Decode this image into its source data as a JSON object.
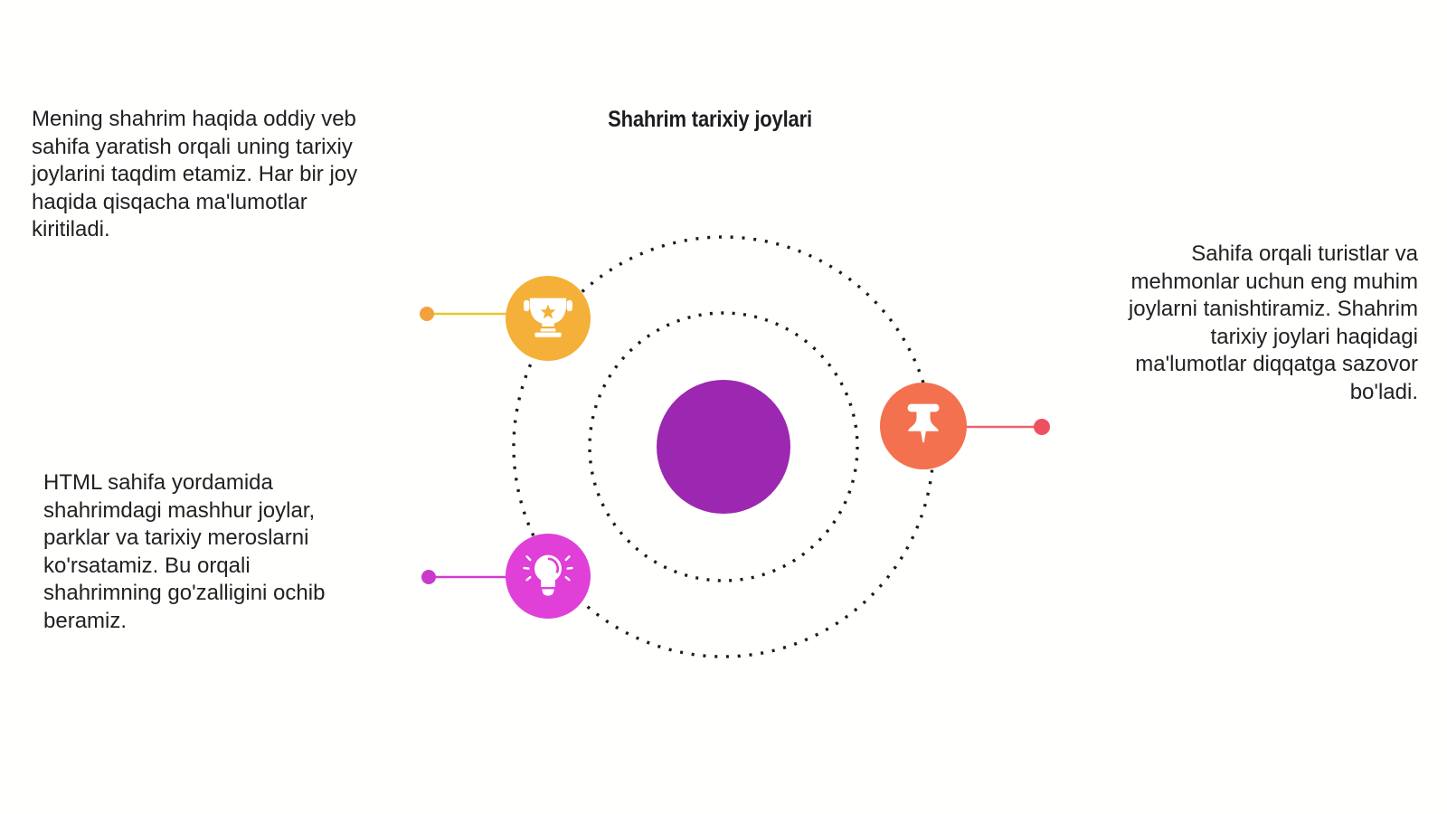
{
  "title": "Shahrim tarixiy joylari",
  "paragraphs": {
    "top_left": "Mening shahrim haqida oddiy veb\nsahifa yaratish orqali uning tarixiy\njoylarini taqdim etamiz. Har bir joy\nhaqida qisqacha ma'lumotlar\nkiritiladi.",
    "bottom_left": "HTML sahifa yordamida\nshahrimdagi mashhur joylar,\nparklar va tarixiy meroslarni\nko'rsatamiz. Bu orqali\nshahrimning go'zalligini ochib\nberamiz.",
    "right": "Sahifa orqali turistlar va\nmehmonlar uchun eng muhim\njoylarni tanishtiramiz. Shahrim\ntarixiy joylari haqidagi\nma'lumotlar diqqatga sazovor\nbo'ladi."
  },
  "icons": [
    "trophy-icon",
    "pushpin-icon",
    "lightbulb-icon"
  ],
  "colors": {
    "text": "#212121",
    "title": "#1D1D1D",
    "center_circle": "#9C27B0",
    "ring_dots": "#1B1B1B",
    "icon_white": "#FFFFFF",
    "trophy_circle": "#F4B038",
    "trophy_line": "#E9C62E",
    "trophy_dot": "#F2A23C",
    "pin_circle": "#F3714E",
    "pin_line": "#F25F6D",
    "pin_dot": "#EF5060",
    "bulb_circle": "#E03FD8",
    "bulb_line": "#CF3DCE",
    "bulb_dot": "#C93ACB"
  }
}
